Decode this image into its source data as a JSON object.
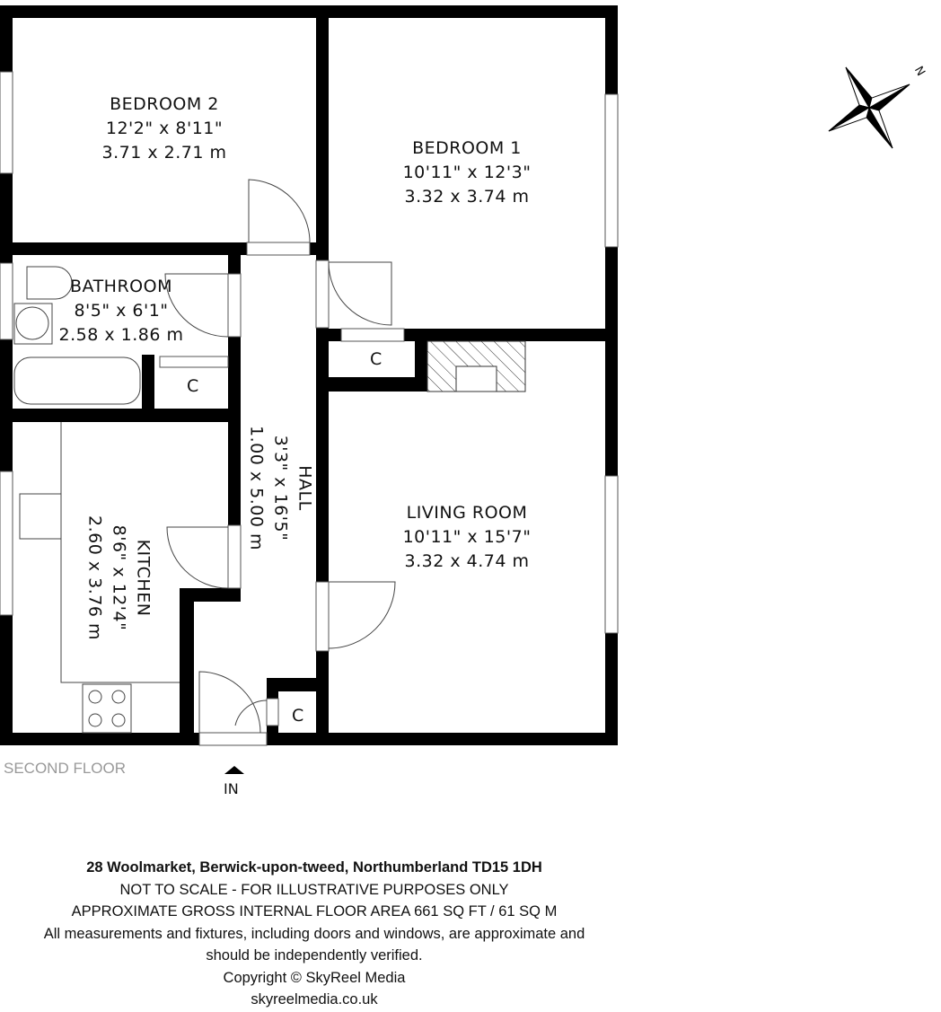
{
  "rooms": {
    "bedroom2": {
      "name": "BEDROOM 2",
      "imperial": "12'2\" x 8'11\"",
      "metric": "3.71 x 2.71 m"
    },
    "bedroom1": {
      "name": "BEDROOM 1",
      "imperial": "10'11\" x 12'3\"",
      "metric": "3.32 x 3.74 m"
    },
    "bathroom": {
      "name": "BATHROOM",
      "imperial": "8'5\" x 6'1\"",
      "metric": "2.58 x 1.86 m"
    },
    "hall": {
      "name": "HALL",
      "imperial": "3'3\" x 16'5\"",
      "metric": "1.00 x 5.00 m"
    },
    "kitchen": {
      "name": "KITCHEN",
      "imperial": "8'6\" x 12'4\"",
      "metric": "2.60 x 3.76 m"
    },
    "living": {
      "name": "LIVING ROOM",
      "imperial": "10'11\" x 15'7\"",
      "metric": "3.32 x 4.74 m"
    }
  },
  "cupboard_label": "C",
  "floor_label": "SECOND FLOOR",
  "entrance_label": "IN",
  "compass_label": "N",
  "footer": {
    "address": "28 Woolmarket, Berwick-upon-tweed, Northumberland TD15 1DH",
    "scale_note": "NOT TO SCALE - FOR ILLUSTRATIVE PURPOSES ONLY",
    "area": "APPROXIMATE GROSS INTERNAL FLOOR AREA 661 SQ FT / 61 SQ M",
    "disclaimer_1": "All measurements and fixtures, including doors and windows, are approximate and",
    "disclaimer_2": "should be independently verified.",
    "copyright": "Copyright © SkyReel Media",
    "website": "skyreelmedia.co.uk"
  }
}
